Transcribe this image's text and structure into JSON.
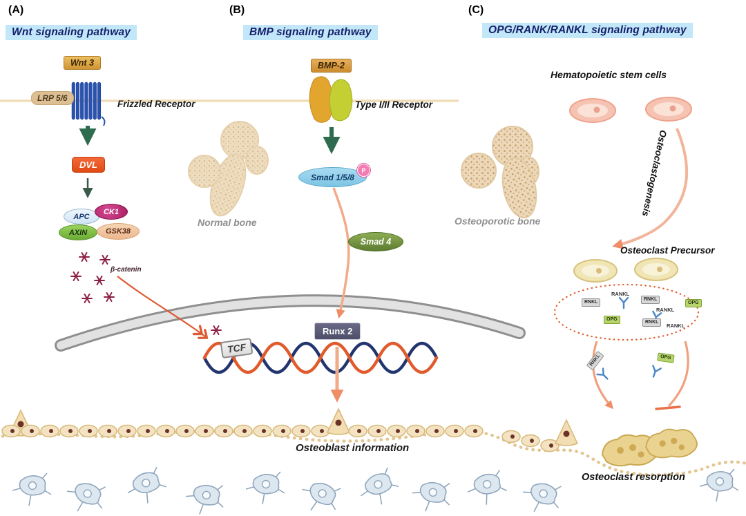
{
  "panel_a": {
    "letter": "(A)",
    "title": "Wnt signaling pathway",
    "ligand": "Wnt 3",
    "coreceptor": "LRP 5/6",
    "receptor_label": "Frizzled Receptor",
    "dvl": "DVL",
    "apc": "APC",
    "ck1": "CK1",
    "axin": "AXIN",
    "gsk38": "GSK38",
    "beta_catenin": "β-catenin",
    "tcf": "TCF"
  },
  "panel_b": {
    "letter": "(B)",
    "title": "BMP signaling pathway",
    "ligand": "BMP-2",
    "receptor_label": "Type I/II Receptor",
    "bone_label": "Normal bone",
    "smad158": "Smad 1/5/8",
    "phosphate": "P",
    "smad4": "Smad 4",
    "runx2": "Runx 2"
  },
  "panel_c": {
    "letter": "(C)",
    "title": "OPG/RANK/RANKL  signaling pathway",
    "stem_cells_label": "Hematopoietic stem cells",
    "process_label": "Osteoclastogenesis",
    "bone_label": "Osteoporotic bone",
    "precursor_label": "Osteoclast Precursor",
    "ellipse_tags": [
      {
        "label": "RANKL",
        "style": "text"
      },
      {
        "label": "RNKL",
        "style": "gray"
      },
      {
        "label": "RNKL",
        "style": "gray"
      },
      {
        "label": "OPG",
        "style": "green"
      },
      {
        "label": "RANKL",
        "style": "text"
      },
      {
        "label": "OPG",
        "style": "green"
      },
      {
        "label": "RNKL",
        "style": "gray"
      },
      {
        "label": "RANKL",
        "style": "text"
      }
    ],
    "arrow_tag_left": "RNKL",
    "arrow_tag_right": "OPG",
    "resorption_label": "Osteoclast resorption"
  },
  "bottom": {
    "osteoblast_label": "Osteoblast information"
  },
  "colors": {
    "header_bg": "#c2e7f8",
    "header_text": "#15206b",
    "arrow_green": "#2e6b4f",
    "arrow_salmon": "#f0a07e",
    "arrow_red": "#dd5a33",
    "membrane": "#d8d8d8",
    "dna_strand1": "#e05a2b",
    "dna_strand2": "#22356e"
  }
}
